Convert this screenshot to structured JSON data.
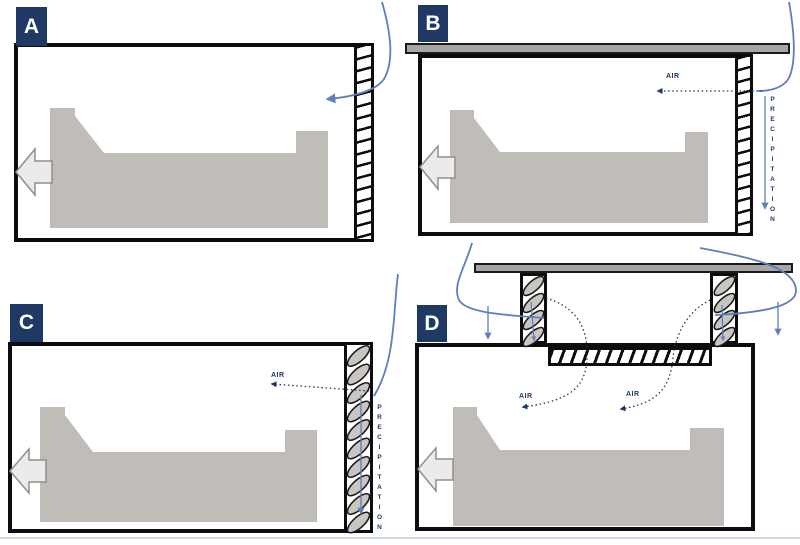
{
  "panels": {
    "a": {
      "label": "A"
    },
    "b": {
      "label": "B",
      "air": "AIR",
      "precipitation": "PRECIPITATION"
    },
    "c": {
      "label": "C",
      "air": "AIR",
      "precipitation": "PRECIPITATION"
    },
    "d": {
      "label": "D",
      "air_left": "AIR",
      "air_right": "AIR"
    }
  },
  "colors": {
    "panel_label_bg": "#1f3864",
    "panel_label_text": "#ffffff",
    "annotation_navy": "#1f3864",
    "flow_blue": "#5b7fb8",
    "equipment_gray": "#c0bdb9",
    "louver_blade_gray": "#c9c6c1",
    "roof_gray": "#a6a6a6",
    "exhaust_arrow_fill": "#ecebe9",
    "exhaust_arrow_stroke": "#8f8f8f",
    "outline_black": "#0d0d0d",
    "divider_line": "#c9d7e8"
  }
}
